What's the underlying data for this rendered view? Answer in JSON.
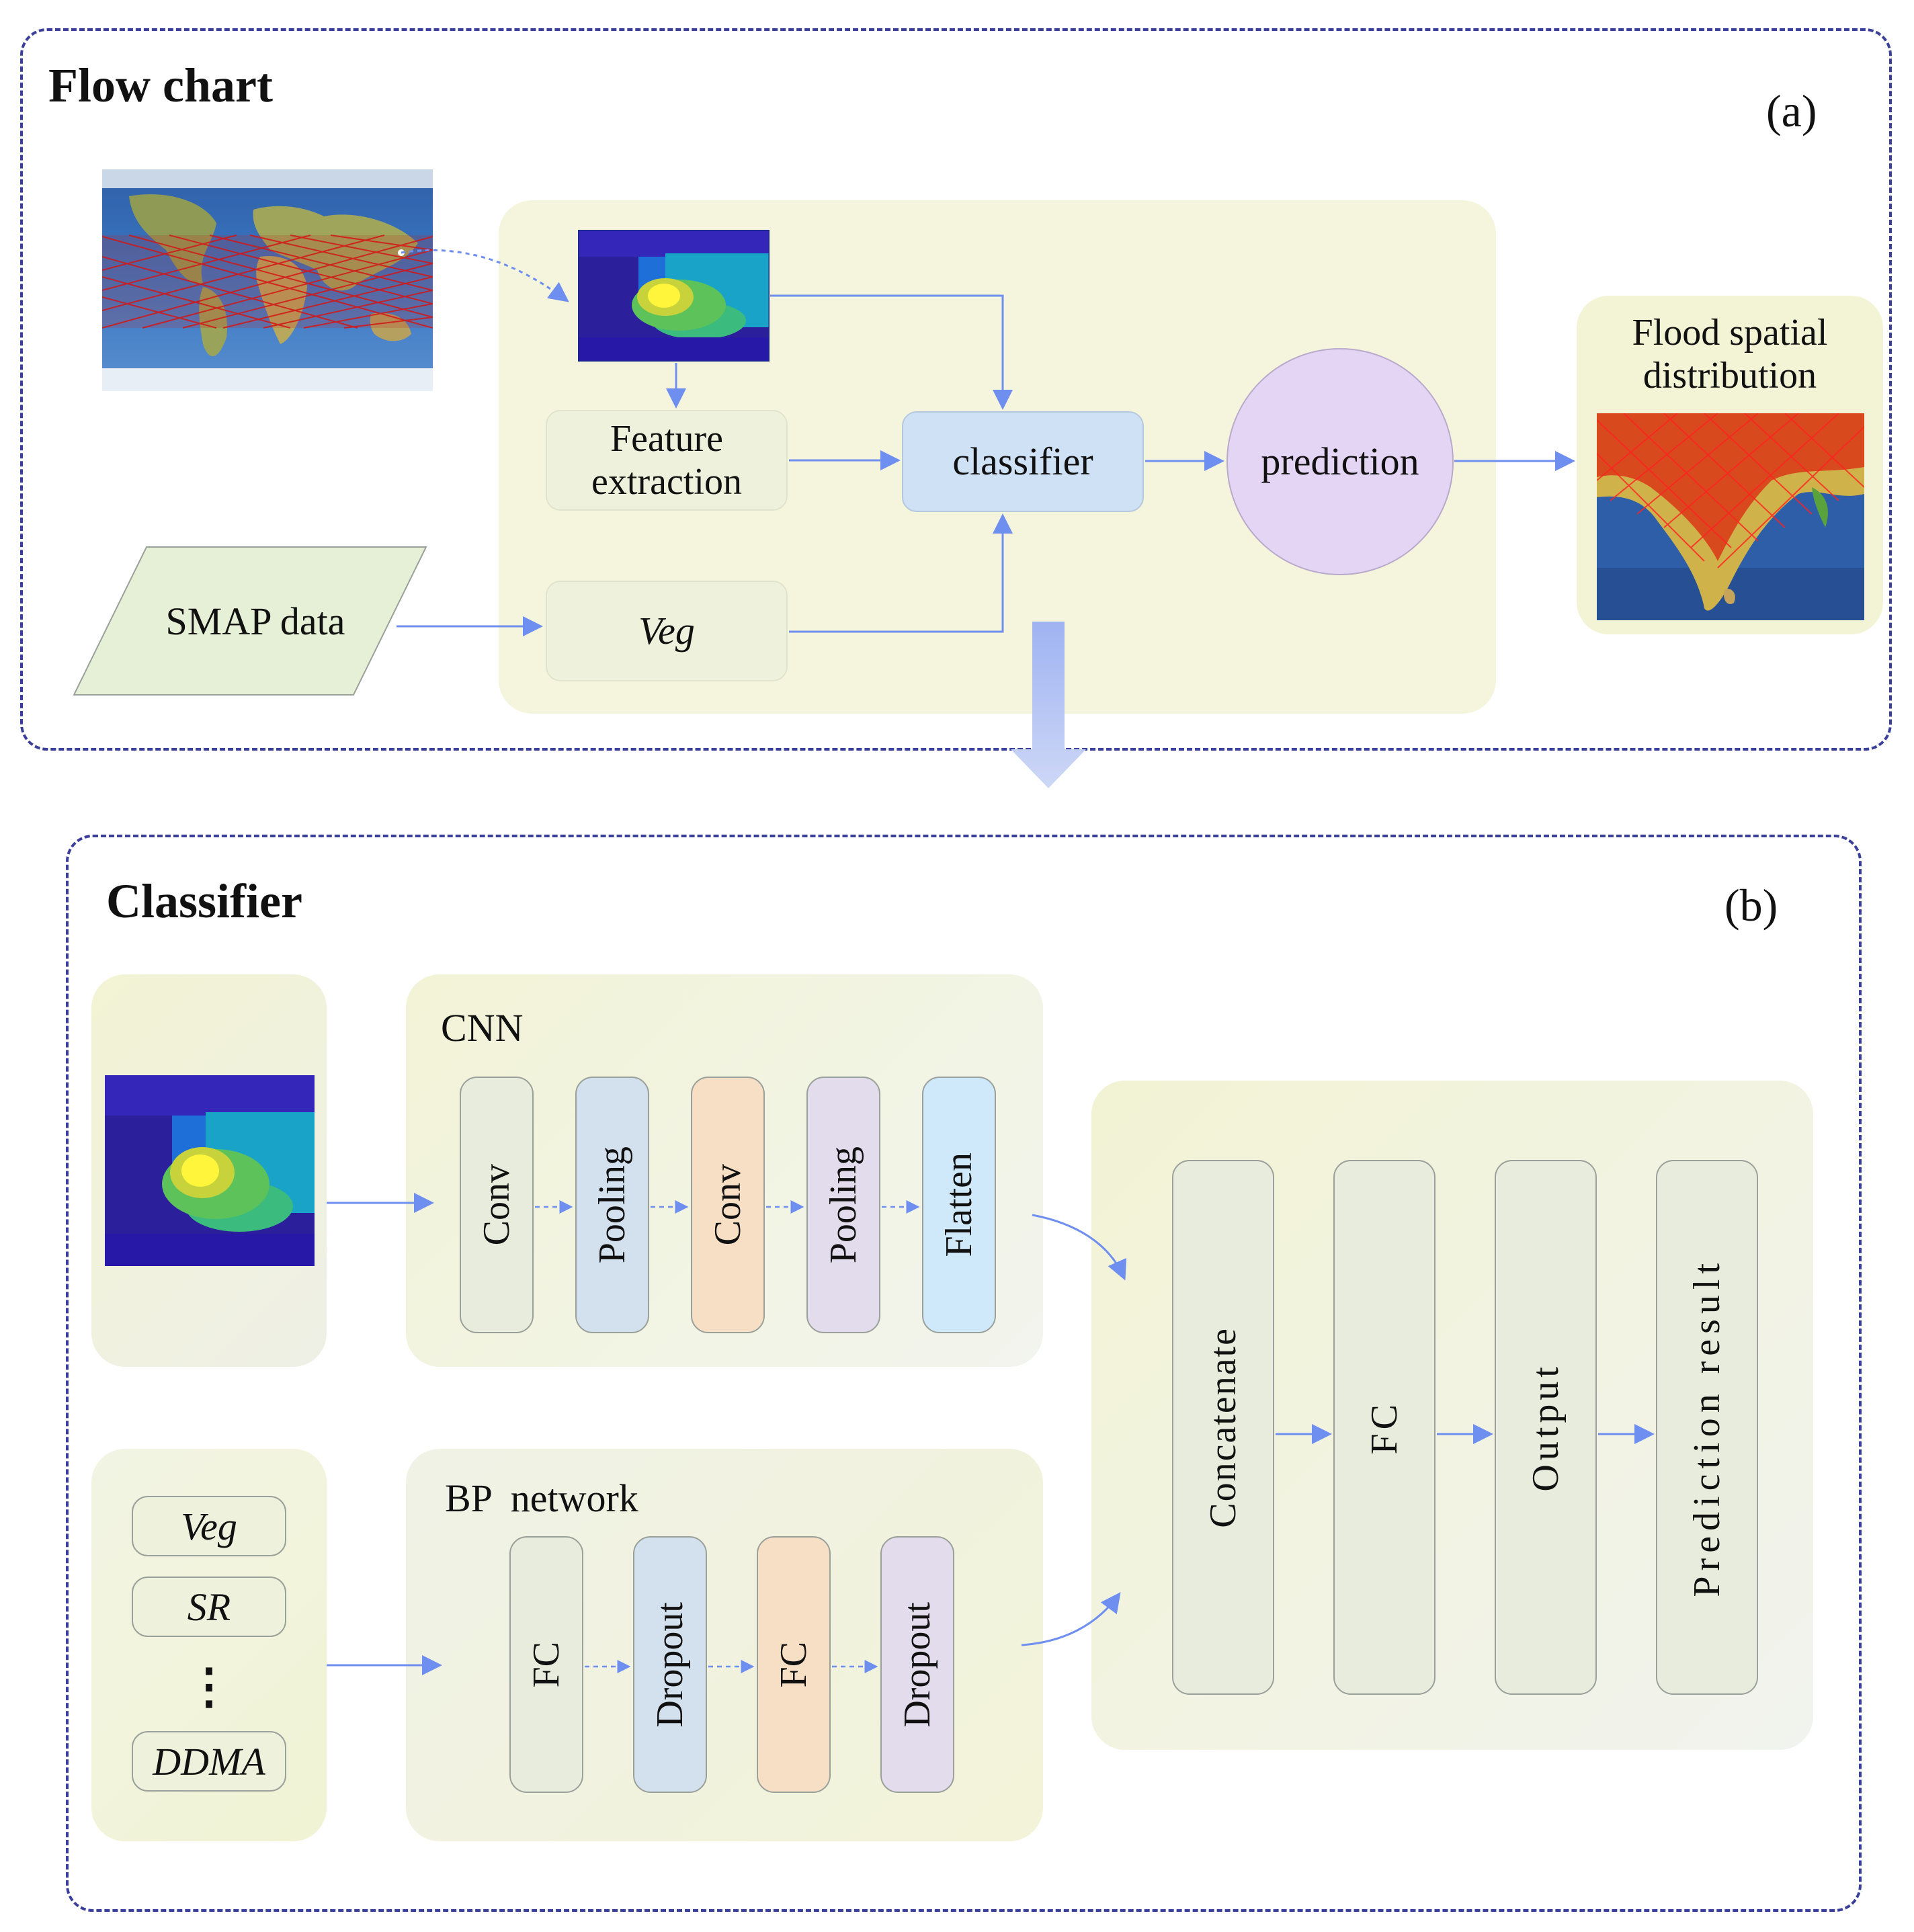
{
  "panel_a": {
    "title": "Flow chart",
    "tag": "(a)",
    "feature_extraction": "Feature extraction",
    "classifier": "classifier",
    "prediction": "prediction",
    "smap": "SMAP data",
    "veg": "Veg",
    "flood_output": "Flood spatial distribution"
  },
  "panel_b": {
    "title": "Classifier",
    "tag": "(b)",
    "cnn": {
      "label": "CNN",
      "layers": [
        "Conv",
        "Pooling",
        "Conv",
        "Pooling",
        "Flatten"
      ]
    },
    "bp": {
      "label": "BP  network",
      "layers": [
        "FC",
        "Dropout",
        "FC",
        "Dropout"
      ]
    },
    "inputs": [
      "Veg",
      "SR",
      "⋮",
      "DDMA"
    ],
    "merge": [
      "Concatenate",
      "FC",
      "Output",
      "Prediction result"
    ]
  },
  "colors": {
    "frame": "#3a3f9a",
    "arrow": "#6f8ff0",
    "yellow_panel": "#f4f5dc",
    "node_green": "#eef2dc",
    "classifier_blue": "#cfe1f5",
    "prediction_purple": "#e3d5f3",
    "conv_green": "#e8ecdc",
    "pool_blue": "#d3e1ee",
    "conv_orange": "#f7dfc6",
    "pool_purple": "#e2dcec",
    "flatten_cyan": "#cfe9fb"
  }
}
